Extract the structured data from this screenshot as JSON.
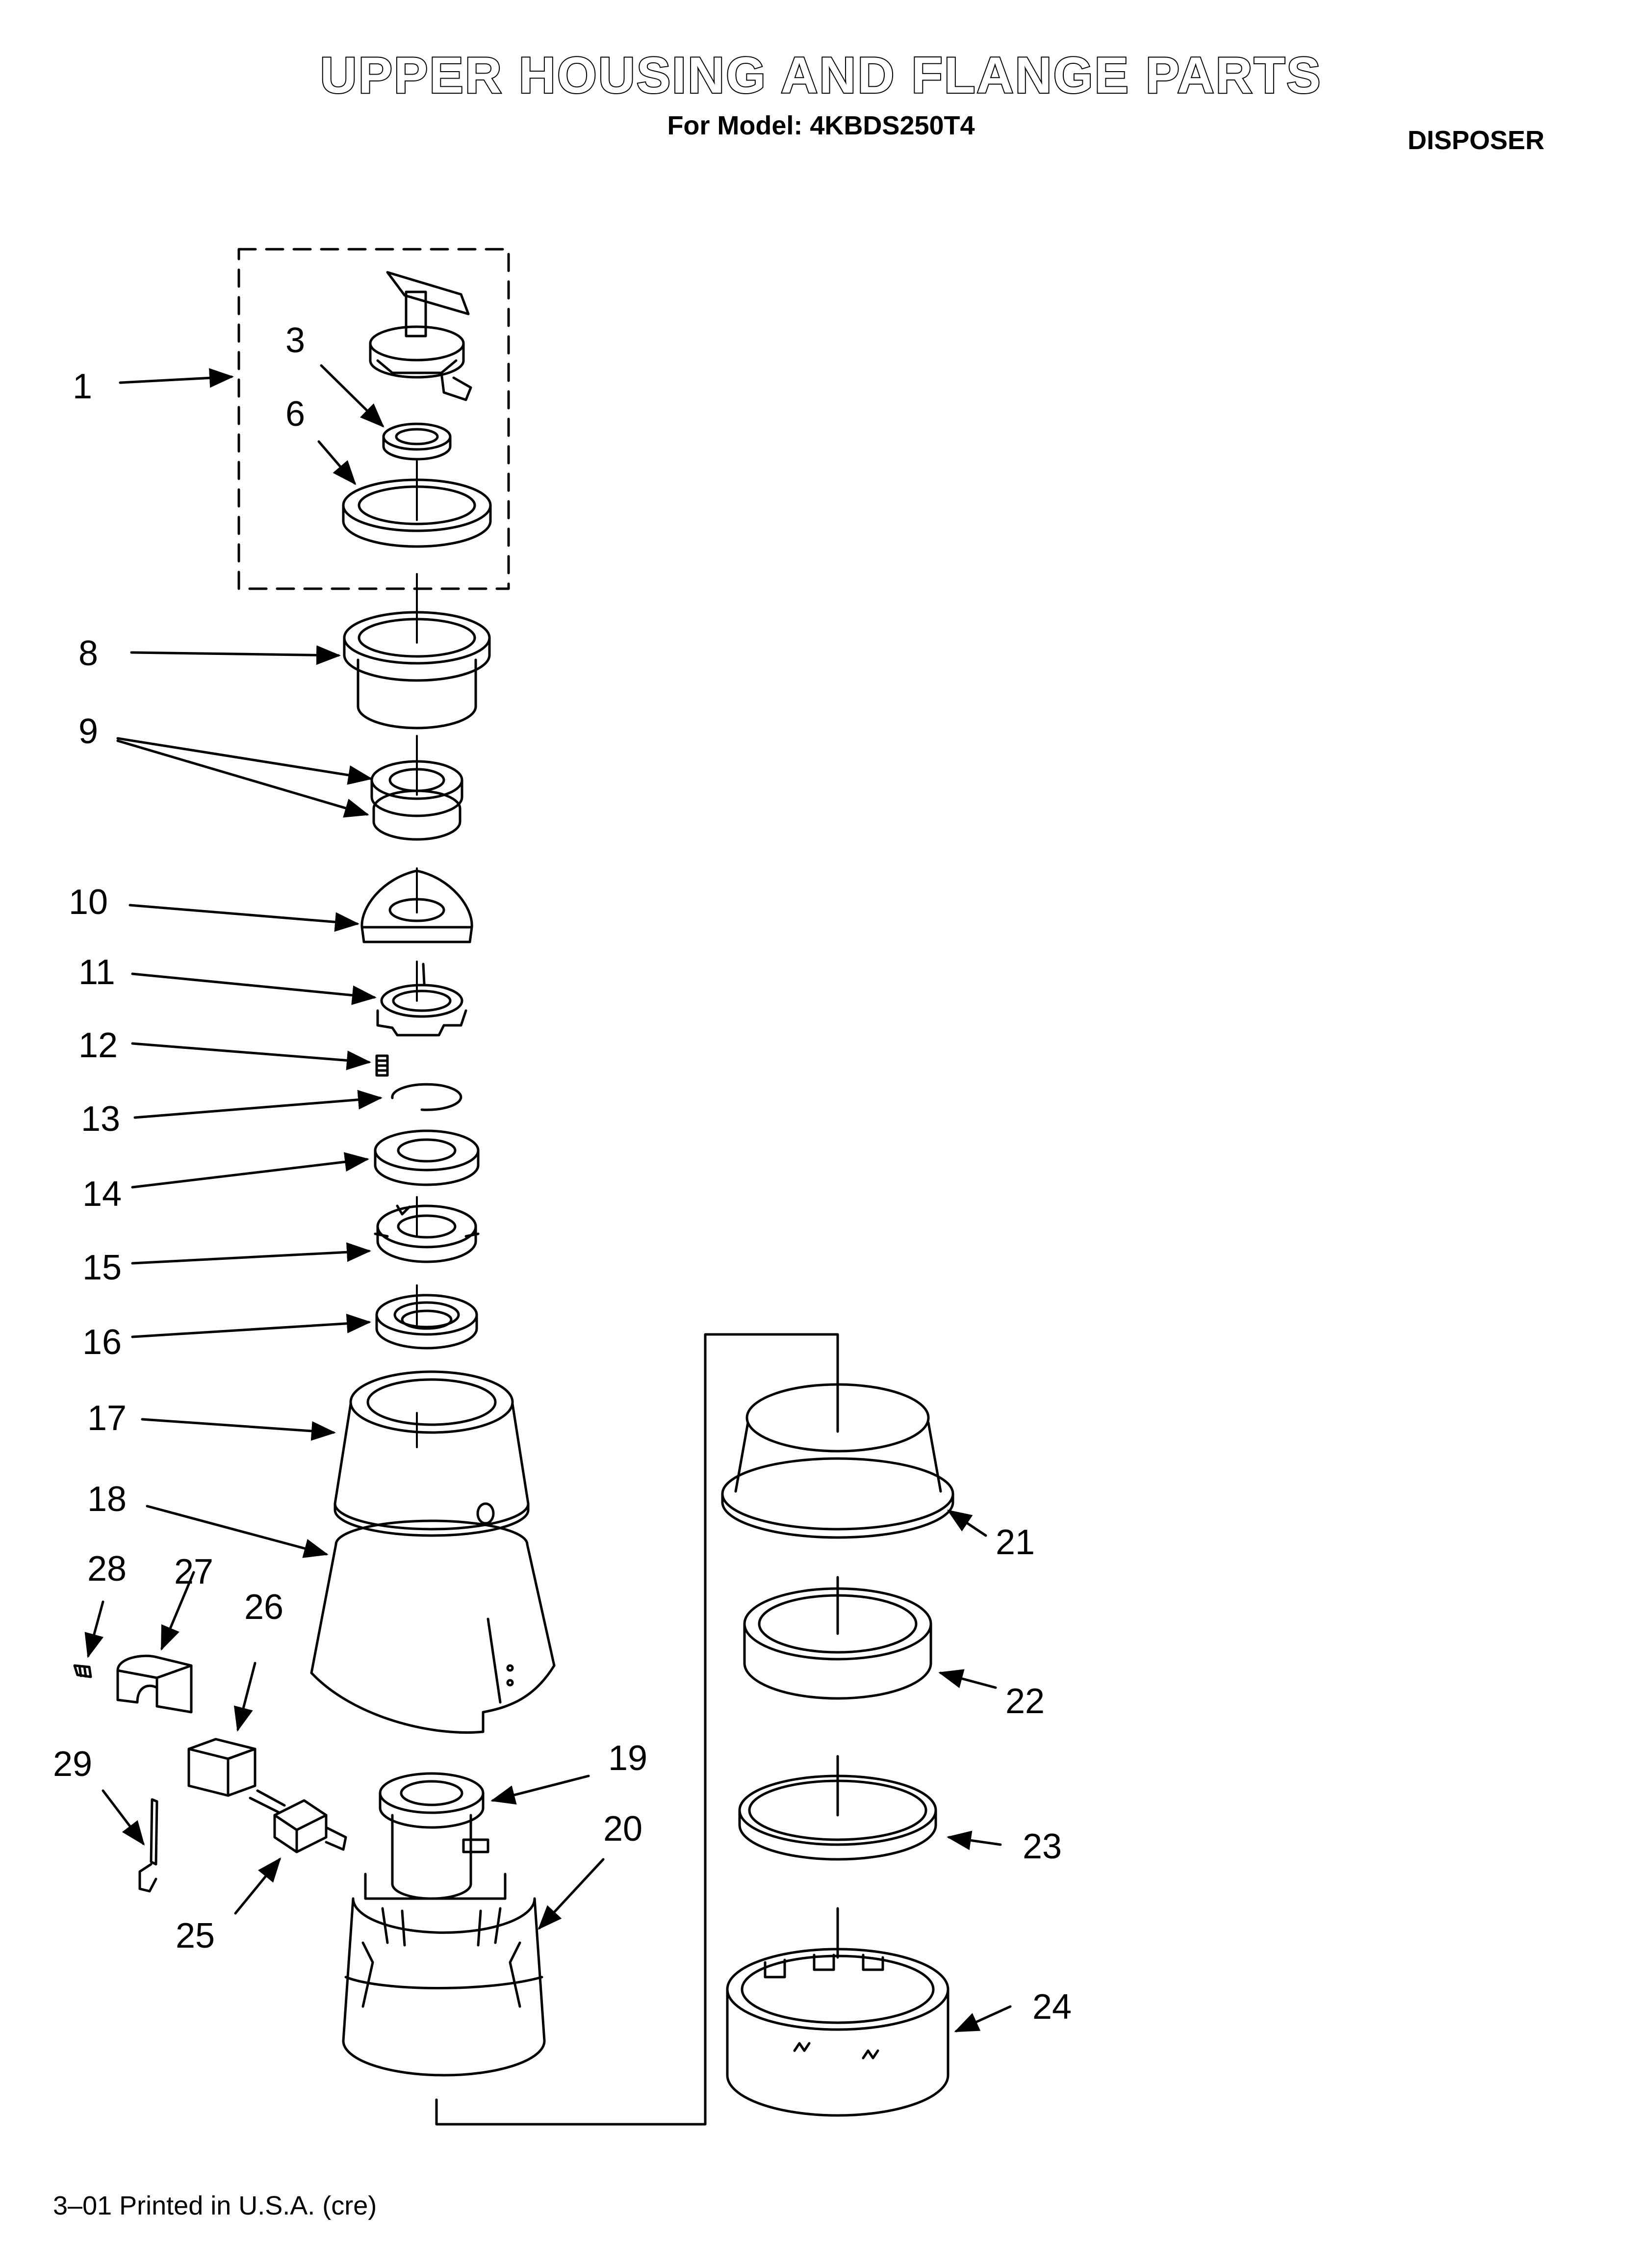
{
  "header": {
    "title": "UPPER HOUSING AND FLANGE PARTS",
    "model_line": "For Model: 4KBDS250T4",
    "category": "DISPOSER"
  },
  "footer": {
    "print_info": "3–01 Printed in U.S.A. (cre)"
  },
  "callouts": {
    "p1": "1",
    "p3": "3",
    "p6": "6",
    "p8": "8",
    "p9": "9",
    "p10": "10",
    "p11": "11",
    "p12": "12",
    "p13": "13",
    "p14": "14",
    "p15": "15",
    "p16": "16",
    "p17": "17",
    "p18": "18",
    "p19": "19",
    "p20": "20",
    "p21": "21",
    "p22": "22",
    "p23": "23",
    "p24": "24",
    "p25": "25",
    "p26": "26",
    "p27": "27",
    "p28": "28",
    "p29": "29"
  }
}
